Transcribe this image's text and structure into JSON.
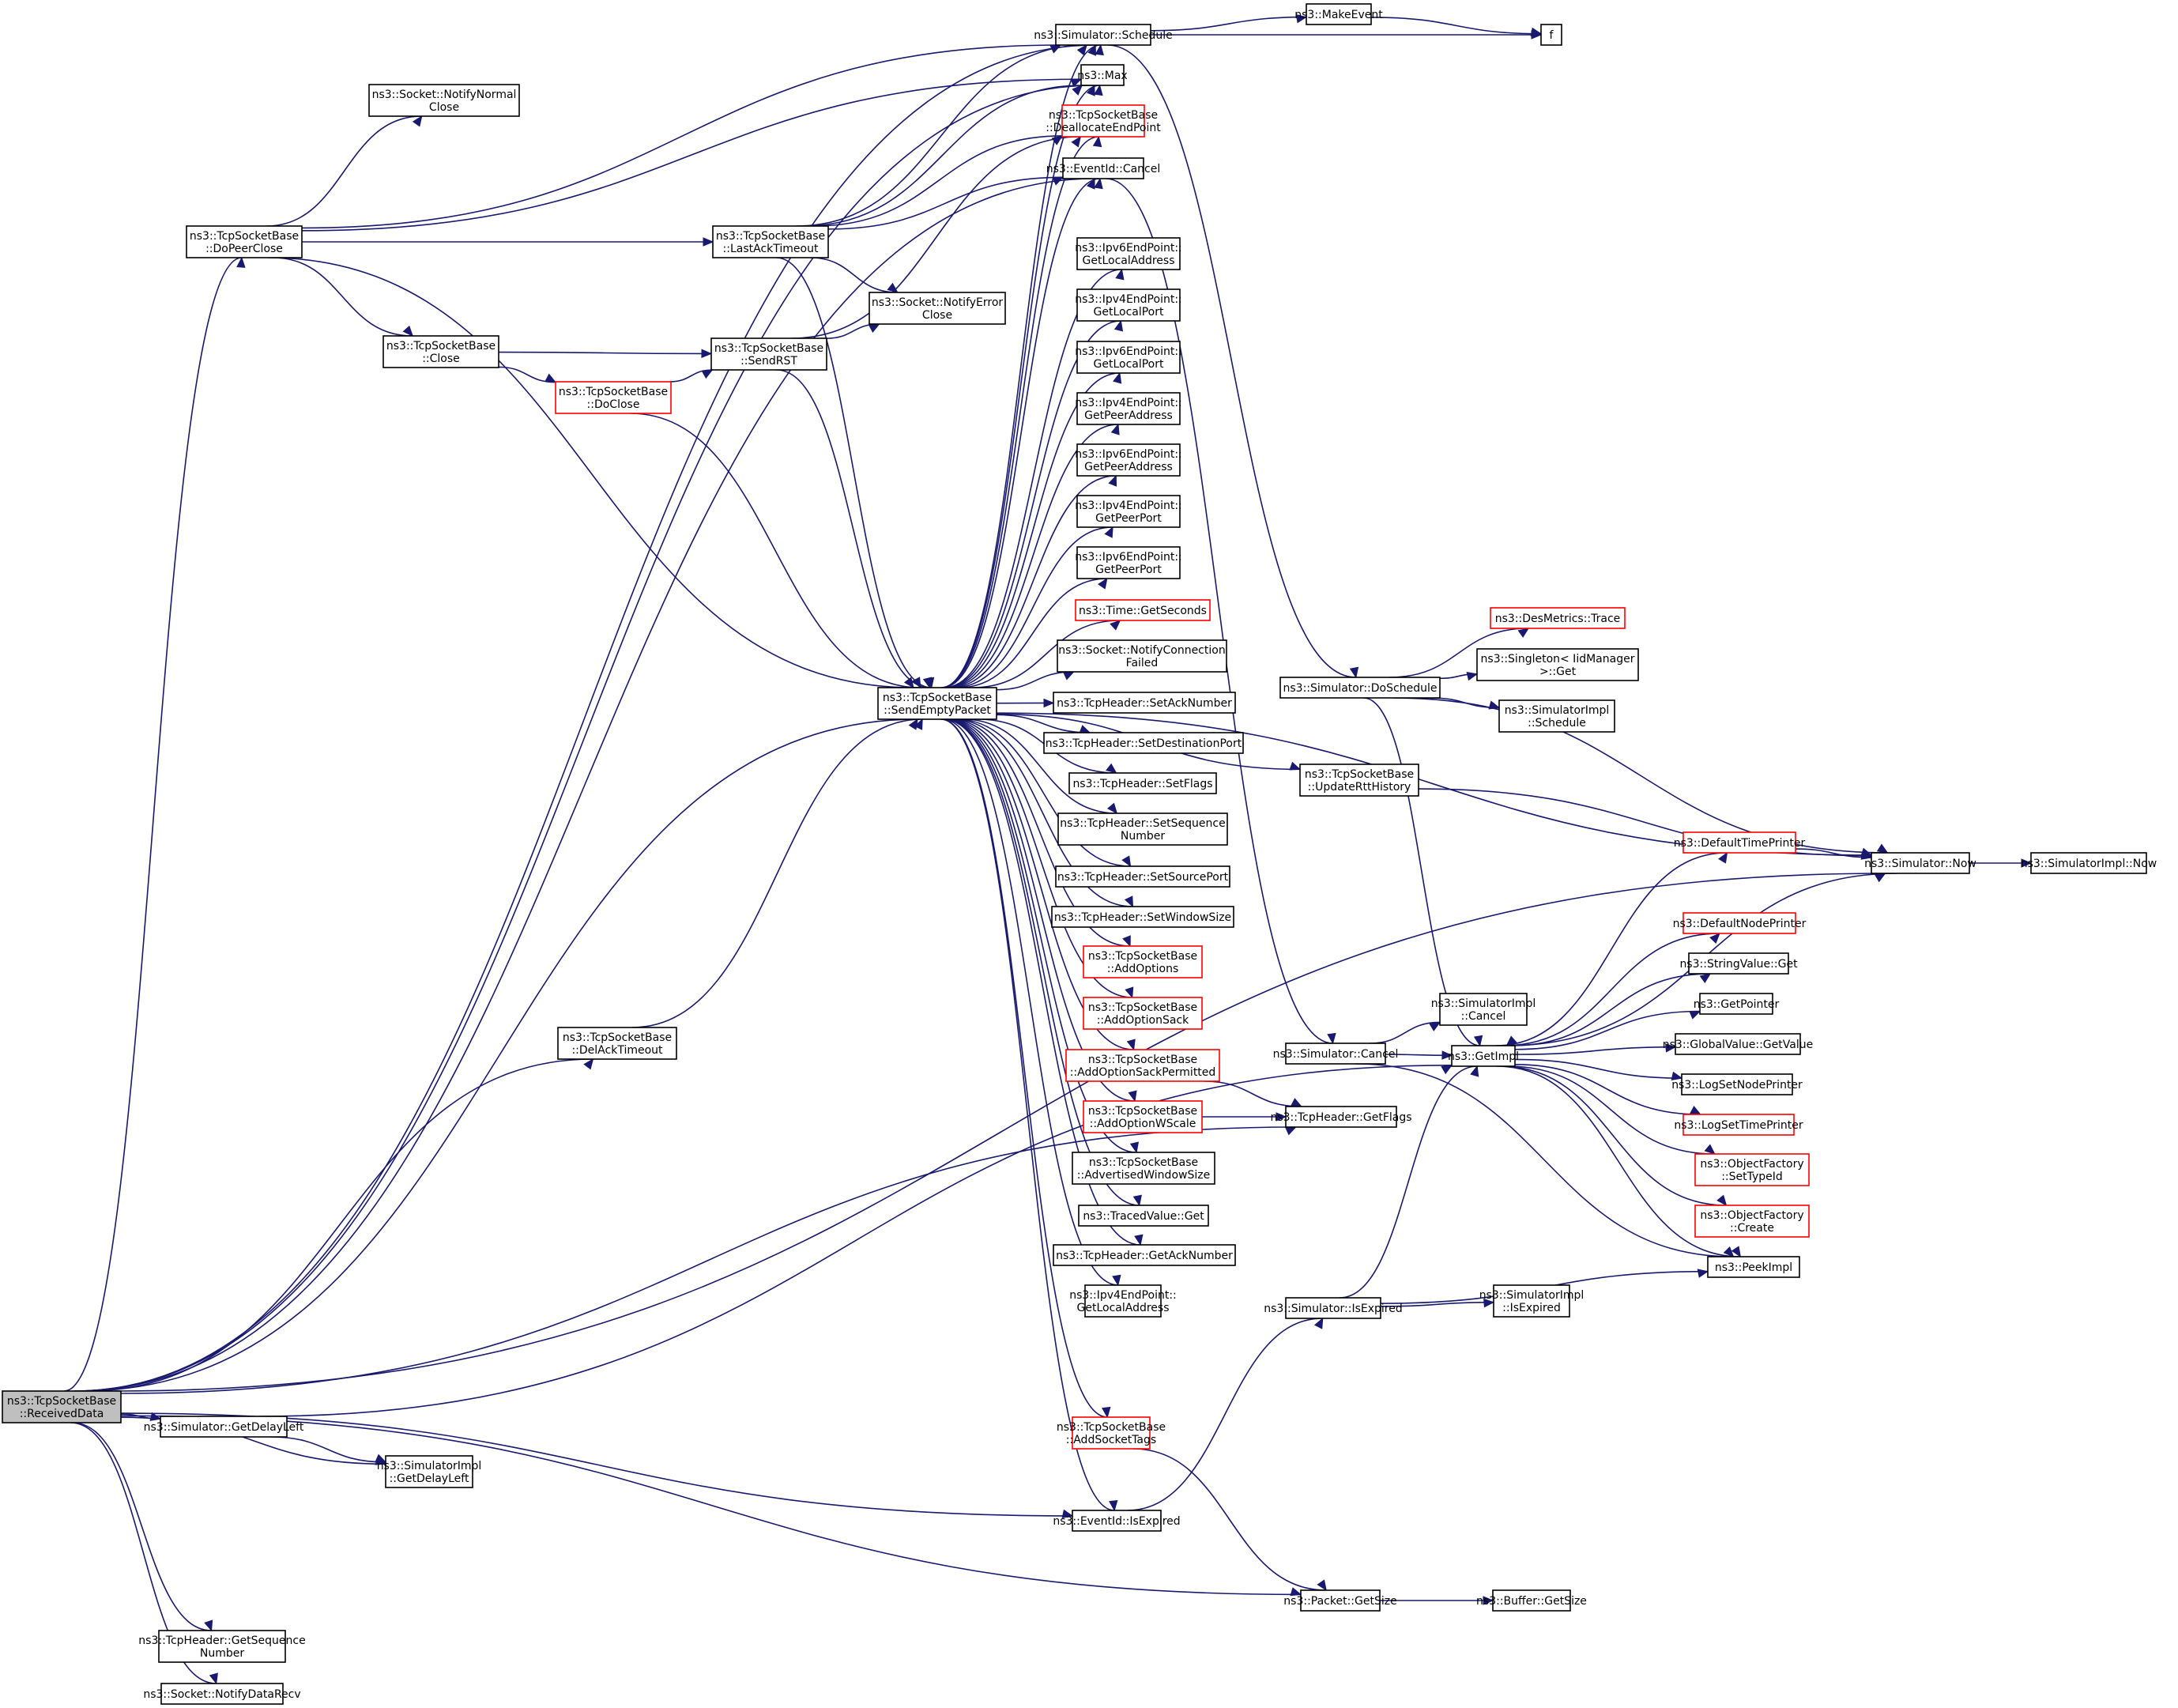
{
  "title": "ns3::TcpSocketBase::ReceivedData call graph",
  "colors": {
    "edge": "#191970",
    "node_border": "#000000",
    "undocumented_border": "#ff0000",
    "root_fill": "#bfbfbf"
  },
  "nodes": [
    {
      "id": "root",
      "lines": [
        "ns3::TcpSocketBase",
        "::ReceivedData"
      ],
      "style": "root"
    },
    {
      "id": "schedule",
      "lines": [
        "ns3::Simulator::Schedule"
      ]
    },
    {
      "id": "makeevent",
      "lines": [
        "ns3::MakeEvent"
      ]
    },
    {
      "id": "f",
      "lines": [
        "f"
      ]
    },
    {
      "id": "max",
      "lines": [
        "ns3::Max"
      ]
    },
    {
      "id": "notifynormalclose",
      "lines": [
        "ns3::Socket::NotifyNormal",
        "Close"
      ]
    },
    {
      "id": "dealloc",
      "lines": [
        "ns3::TcpSocketBase",
        "::DeallocateEndPoint"
      ],
      "style": "red"
    },
    {
      "id": "eventcancel",
      "lines": [
        "ns3::EventId::Cancel"
      ]
    },
    {
      "id": "dopeerclose",
      "lines": [
        "ns3::TcpSocketBase",
        "::DoPeerClose"
      ]
    },
    {
      "id": "lastacktimeout",
      "lines": [
        "ns3::TcpSocketBase",
        "::LastAckTimeout"
      ]
    },
    {
      "id": "ipv6localaddr",
      "lines": [
        "ns3::Ipv6EndPoint::",
        "GetLocalAddress"
      ]
    },
    {
      "id": "notifyerrorclose",
      "lines": [
        "ns3::Socket::NotifyError",
        "Close"
      ]
    },
    {
      "id": "ipv4localport",
      "lines": [
        "ns3::Ipv4EndPoint::",
        "GetLocalPort"
      ]
    },
    {
      "id": "close",
      "lines": [
        "ns3::TcpSocketBase",
        "::Close"
      ]
    },
    {
      "id": "sendrst",
      "lines": [
        "ns3::TcpSocketBase",
        "::SendRST"
      ]
    },
    {
      "id": "ipv6localport",
      "lines": [
        "ns3::Ipv6EndPoint::",
        "GetLocalPort"
      ]
    },
    {
      "id": "doclose",
      "lines": [
        "ns3::TcpSocketBase",
        "::DoClose"
      ],
      "style": "red"
    },
    {
      "id": "ipv4peeraddr",
      "lines": [
        "ns3::Ipv4EndPoint::",
        "GetPeerAddress"
      ]
    },
    {
      "id": "ipv6peeraddr",
      "lines": [
        "ns3::Ipv6EndPoint::",
        "GetPeerAddress"
      ]
    },
    {
      "id": "ipv4peerport",
      "lines": [
        "ns3::Ipv4EndPoint::",
        "GetPeerPort"
      ]
    },
    {
      "id": "ipv6peerport",
      "lines": [
        "ns3::Ipv6EndPoint::",
        "GetPeerPort"
      ]
    },
    {
      "id": "getseconds",
      "lines": [
        "ns3::Time::GetSeconds"
      ],
      "style": "red"
    },
    {
      "id": "desmetrics",
      "lines": [
        "ns3::DesMetrics::Trace"
      ],
      "style": "red"
    },
    {
      "id": "notifyconnfailed",
      "lines": [
        "ns3::Socket::NotifyConnection",
        "Failed"
      ]
    },
    {
      "id": "singleton",
      "lines": [
        "ns3::Singleton< IidManager",
        " >::Get"
      ]
    },
    {
      "id": "doschedule",
      "lines": [
        "ns3::Simulator::DoSchedule"
      ]
    },
    {
      "id": "sendempty",
      "lines": [
        "ns3::TcpSocketBase",
        "::SendEmptyPacket"
      ]
    },
    {
      "id": "setacknum",
      "lines": [
        "ns3::TcpHeader::SetAckNumber"
      ]
    },
    {
      "id": "implschedule",
      "lines": [
        "ns3::SimulatorImpl",
        "::Schedule"
      ]
    },
    {
      "id": "setdestport",
      "lines": [
        "ns3::TcpHeader::SetDestinationPort"
      ]
    },
    {
      "id": "updatertt",
      "lines": [
        "ns3::TcpSocketBase",
        "::UpdateRttHistory"
      ]
    },
    {
      "id": "setflags",
      "lines": [
        "ns3::TcpHeader::SetFlags"
      ]
    },
    {
      "id": "setseqnum",
      "lines": [
        "ns3::TcpHeader::SetSequence",
        "Number"
      ]
    },
    {
      "id": "defaulttimeprinter",
      "lines": [
        "ns3::DefaultTimePrinter"
      ],
      "style": "red"
    },
    {
      "id": "simnow",
      "lines": [
        "ns3::Simulator::Now"
      ]
    },
    {
      "id": "implnow",
      "lines": [
        "ns3::SimulatorImpl::Now"
      ]
    },
    {
      "id": "setsrcport",
      "lines": [
        "ns3::TcpHeader::SetSourcePort"
      ]
    },
    {
      "id": "setwinsize",
      "lines": [
        "ns3::TcpHeader::SetWindowSize"
      ]
    },
    {
      "id": "defaultnodeprinter",
      "lines": [
        "ns3::DefaultNodePrinter"
      ],
      "style": "red"
    },
    {
      "id": "addoptions",
      "lines": [
        "ns3::TcpSocketBase",
        "::AddOptions"
      ],
      "style": "red"
    },
    {
      "id": "stringvalueget",
      "lines": [
        "ns3::StringValue::Get"
      ]
    },
    {
      "id": "getpointer",
      "lines": [
        "ns3::GetPointer"
      ]
    },
    {
      "id": "addoptionsack",
      "lines": [
        "ns3::TcpSocketBase",
        "::AddOptionSack"
      ],
      "style": "red"
    },
    {
      "id": "implcancel",
      "lines": [
        "ns3::SimulatorImpl",
        "::Cancel"
      ]
    },
    {
      "id": "delacktimeout",
      "lines": [
        "ns3::TcpSocketBase",
        "::DelAckTimeout"
      ]
    },
    {
      "id": "simcancel",
      "lines": [
        "ns3::Simulator::Cancel"
      ]
    },
    {
      "id": "getimpl",
      "lines": [
        "ns3::GetImpl"
      ]
    },
    {
      "id": "globalvalue",
      "lines": [
        "ns3::GlobalValue::GetValue"
      ]
    },
    {
      "id": "addoptsackperm",
      "lines": [
        "ns3::TcpSocketBase",
        "::AddOptionSackPermitted"
      ],
      "style": "red"
    },
    {
      "id": "logsetnodeprinter",
      "lines": [
        "ns3::LogSetNodePrinter"
      ]
    },
    {
      "id": "addoptwscale",
      "lines": [
        "ns3::TcpSocketBase",
        "::AddOptionWScale"
      ],
      "style": "red"
    },
    {
      "id": "getflags",
      "lines": [
        "ns3::TcpHeader::GetFlags"
      ]
    },
    {
      "id": "logsettimeprinter",
      "lines": [
        "ns3::LogSetTimePrinter"
      ],
      "style": "red"
    },
    {
      "id": "advwinsize",
      "lines": [
        "ns3::TcpSocketBase",
        "::AdvertisedWindowSize"
      ]
    },
    {
      "id": "settypeid",
      "lines": [
        "ns3::ObjectFactory",
        "::SetTypeId"
      ],
      "style": "red"
    },
    {
      "id": "tracedget",
      "lines": [
        "ns3::TracedValue::Get"
      ]
    },
    {
      "id": "objcreate",
      "lines": [
        "ns3::ObjectFactory",
        "::Create"
      ],
      "style": "red"
    },
    {
      "id": "getacknum",
      "lines": [
        "ns3::TcpHeader::GetAckNumber"
      ]
    },
    {
      "id": "peekimpl",
      "lines": [
        "ns3::PeekImpl"
      ]
    },
    {
      "id": "ipv4localaddr",
      "lines": [
        "ns3::Ipv4EndPoint::",
        "GetLocalAddress"
      ]
    },
    {
      "id": "simisexpired",
      "lines": [
        "ns3::Simulator::IsExpired"
      ]
    },
    {
      "id": "implisexpired",
      "lines": [
        "ns3::SimulatorImpl",
        "::IsExpired"
      ]
    },
    {
      "id": "getdelayleft",
      "lines": [
        "ns3::Simulator::GetDelayLeft"
      ]
    },
    {
      "id": "addsockettags",
      "lines": [
        "ns3::TcpSocketBase",
        "::AddSocketTags"
      ],
      "style": "red"
    },
    {
      "id": "implgetdelayleft",
      "lines": [
        "ns3::SimulatorImpl",
        "::GetDelayLeft"
      ]
    },
    {
      "id": "eventisexpired",
      "lines": [
        "ns3::EventId::IsExpired"
      ]
    },
    {
      "id": "packetgetsize",
      "lines": [
        "ns3::Packet::GetSize"
      ]
    },
    {
      "id": "buffergetsize",
      "lines": [
        "ns3::Buffer::GetSize"
      ]
    },
    {
      "id": "getseqnum",
      "lines": [
        "ns3::TcpHeader::GetSequence",
        "Number"
      ]
    },
    {
      "id": "notifydatarecv",
      "lines": [
        "ns3::Socket::NotifyDataRecv"
      ]
    }
  ],
  "edges": [
    [
      "root",
      "schedule"
    ],
    [
      "root",
      "dopeerclose"
    ],
    [
      "root",
      "max"
    ],
    [
      "root",
      "eventcancel"
    ],
    [
      "root",
      "delacktimeout"
    ],
    [
      "root",
      "sendempty"
    ],
    [
      "root",
      "getflags"
    ],
    [
      "root",
      "getdelayleft"
    ],
    [
      "root",
      "implgetdelayleft"
    ],
    [
      "root",
      "eventisexpired"
    ],
    [
      "root",
      "simnow"
    ],
    [
      "root",
      "packetgetsize"
    ],
    [
      "root",
      "getseqnum"
    ],
    [
      "root",
      "notifydatarecv"
    ],
    [
      "schedule",
      "makeevent"
    ],
    [
      "schedule",
      "f"
    ],
    [
      "makeevent",
      "f"
    ],
    [
      "schedule",
      "doschedule"
    ],
    [
      "dopeerclose",
      "schedule"
    ],
    [
      "dopeerclose",
      "notifynormalclose"
    ],
    [
      "dopeerclose",
      "max"
    ],
    [
      "dopeerclose",
      "lastacktimeout"
    ],
    [
      "dopeerclose",
      "close"
    ],
    [
      "dopeerclose",
      "sendempty"
    ],
    [
      "lastacktimeout",
      "schedule"
    ],
    [
      "lastacktimeout",
      "max"
    ],
    [
      "lastacktimeout",
      "dealloc"
    ],
    [
      "lastacktimeout",
      "eventcancel"
    ],
    [
      "lastacktimeout",
      "notifyerrorclose"
    ],
    [
      "lastacktimeout",
      "sendempty"
    ],
    [
      "close",
      "sendrst"
    ],
    [
      "close",
      "doclose"
    ],
    [
      "doclose",
      "sendrst"
    ],
    [
      "doclose",
      "sendempty"
    ],
    [
      "sendrst",
      "notifyerrorclose"
    ],
    [
      "sendrst",
      "dealloc"
    ],
    [
      "sendrst",
      "sendempty"
    ],
    [
      "delacktimeout",
      "sendempty"
    ],
    [
      "sendempty",
      "schedule"
    ],
    [
      "sendempty",
      "max"
    ],
    [
      "sendempty",
      "dealloc"
    ],
    [
      "sendempty",
      "eventcancel"
    ],
    [
      "sendempty",
      "ipv6localaddr"
    ],
    [
      "sendempty",
      "ipv4localport"
    ],
    [
      "sendempty",
      "ipv6localport"
    ],
    [
      "sendempty",
      "ipv4peeraddr"
    ],
    [
      "sendempty",
      "ipv6peeraddr"
    ],
    [
      "sendempty",
      "ipv4peerport"
    ],
    [
      "sendempty",
      "ipv6peerport"
    ],
    [
      "sendempty",
      "getseconds"
    ],
    [
      "sendempty",
      "notifyconnfailed"
    ],
    [
      "sendempty",
      "setacknum"
    ],
    [
      "sendempty",
      "setdestport"
    ],
    [
      "sendempty",
      "setflags"
    ],
    [
      "sendempty",
      "setseqnum"
    ],
    [
      "sendempty",
      "setsrcport"
    ],
    [
      "sendempty",
      "setwinsize"
    ],
    [
      "sendempty",
      "addoptions"
    ],
    [
      "sendempty",
      "addoptionsack"
    ],
    [
      "sendempty",
      "addoptsackperm"
    ],
    [
      "sendempty",
      "addoptwscale"
    ],
    [
      "sendempty",
      "advwinsize"
    ],
    [
      "sendempty",
      "tracedget"
    ],
    [
      "sendempty",
      "getacknum"
    ],
    [
      "sendempty",
      "ipv4localaddr"
    ],
    [
      "sendempty",
      "addsockettags"
    ],
    [
      "sendempty",
      "eventisexpired"
    ],
    [
      "sendempty",
      "simnow"
    ],
    [
      "sendempty",
      "updatertt"
    ],
    [
      "eventcancel",
      "simcancel"
    ],
    [
      "doschedule",
      "desmetrics"
    ],
    [
      "doschedule",
      "singleton"
    ],
    [
      "doschedule",
      "implschedule"
    ],
    [
      "doschedule",
      "simnow"
    ],
    [
      "doschedule",
      "getimpl"
    ],
    [
      "updatertt",
      "simnow"
    ],
    [
      "addoptsackperm",
      "getflags"
    ],
    [
      "addoptwscale",
      "getflags"
    ],
    [
      "simcancel",
      "implcancel"
    ],
    [
      "simcancel",
      "getimpl"
    ],
    [
      "simcancel",
      "peekimpl"
    ],
    [
      "getimpl",
      "defaulttimeprinter"
    ],
    [
      "getimpl",
      "defaultnodeprinter"
    ],
    [
      "getimpl",
      "stringvalueget"
    ],
    [
      "getimpl",
      "getpointer"
    ],
    [
      "getimpl",
      "globalvalue"
    ],
    [
      "getimpl",
      "logsetnodeprinter"
    ],
    [
      "getimpl",
      "logsettimeprinter"
    ],
    [
      "getimpl",
      "settypeid"
    ],
    [
      "getimpl",
      "objcreate"
    ],
    [
      "getimpl",
      "peekimpl"
    ],
    [
      "defaulttimeprinter",
      "simnow"
    ],
    [
      "simnow",
      "getimpl"
    ],
    [
      "simnow",
      "implnow"
    ],
    [
      "simisexpired",
      "implisexpired"
    ],
    [
      "simisexpired",
      "getimpl"
    ],
    [
      "simisexpired",
      "peekimpl"
    ],
    [
      "eventisexpired",
      "simisexpired"
    ],
    [
      "getdelayleft",
      "implgetdelayleft"
    ],
    [
      "getdelayleft",
      "getimpl"
    ],
    [
      "addsockettags",
      "packetgetsize"
    ],
    [
      "packetgetsize",
      "buffergetsize"
    ]
  ]
}
